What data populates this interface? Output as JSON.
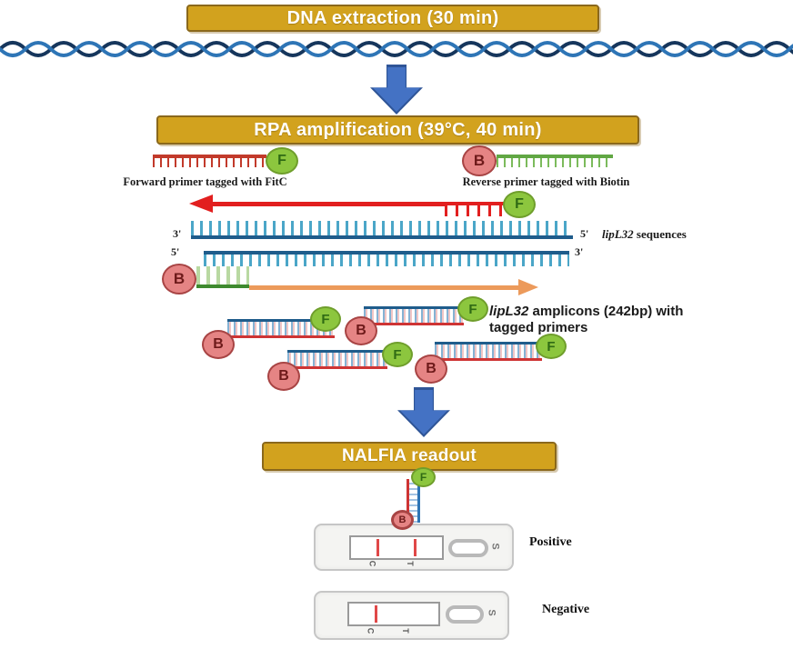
{
  "steps": {
    "dna_extraction": "DNA extraction (30 min)",
    "rpa_amplification": "RPA amplification (39°C, 40 min)",
    "nalfia_readout": "NALFIA readout"
  },
  "tags": {
    "fitc": "F",
    "biotin": "B"
  },
  "primers": {
    "forward_caption": "Forward primer tagged with FitC",
    "reverse_caption": "Reverse primer tagged with Biotin"
  },
  "template": {
    "top_strand_left": "3'",
    "top_strand_right": "5'",
    "bottom_strand_left": "5'",
    "bottom_strand_right": "3'",
    "gene_name": "lipL32",
    "sequences_suffix": " sequences"
  },
  "amplicons": {
    "gene_name": "lipL32",
    "caption_suffix": " amplicons (242bp) with tagged primers"
  },
  "readout": {
    "positive": "Positive",
    "negative": "Negative",
    "control_line": "C",
    "test_line": "T",
    "sample": "S"
  },
  "colors": {
    "banner_fill": "#D2A21E",
    "banner_border": "#8a681c",
    "flow_arrow_blue": "#4472C4",
    "fitc_green": "#8CC63E",
    "biotin_red": "#E58484",
    "strand_blue": "#1F5C8B",
    "primer_red": "#E21F1F",
    "extension_orange": "#EC9A5B"
  }
}
